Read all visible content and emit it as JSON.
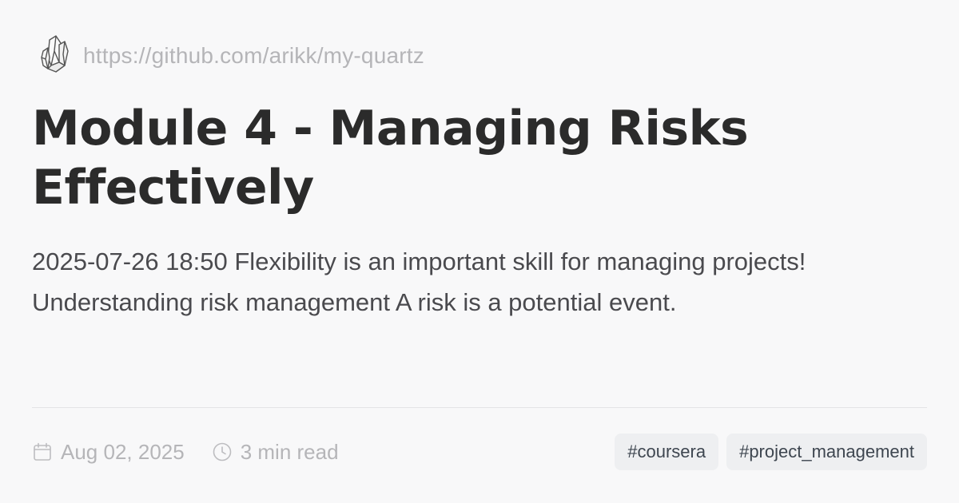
{
  "header": {
    "logo_icon": "crystal-quartz-icon",
    "site_url": "https://github.com/arikk/my-quartz"
  },
  "page": {
    "title": "Module 4 - Managing Risks Effectively",
    "description": "2025-07-26 18:50 Flexibility is an important skill for managing projects! Understanding risk management A risk is a potential event."
  },
  "meta": {
    "date_icon": "calendar-icon",
    "date": "Aug 02, 2025",
    "read_icon": "clock-icon",
    "reading_time": "3 min read"
  },
  "tags": [
    {
      "label": "#coursera"
    },
    {
      "label": "#project_management"
    }
  ],
  "colors": {
    "background": "#f8f8f9",
    "title": "#2b2b2b",
    "body_text": "#4a4a4e",
    "muted_text": "#b5b5b8",
    "tag_background": "#eeeff1",
    "tag_text": "#3e4650"
  }
}
